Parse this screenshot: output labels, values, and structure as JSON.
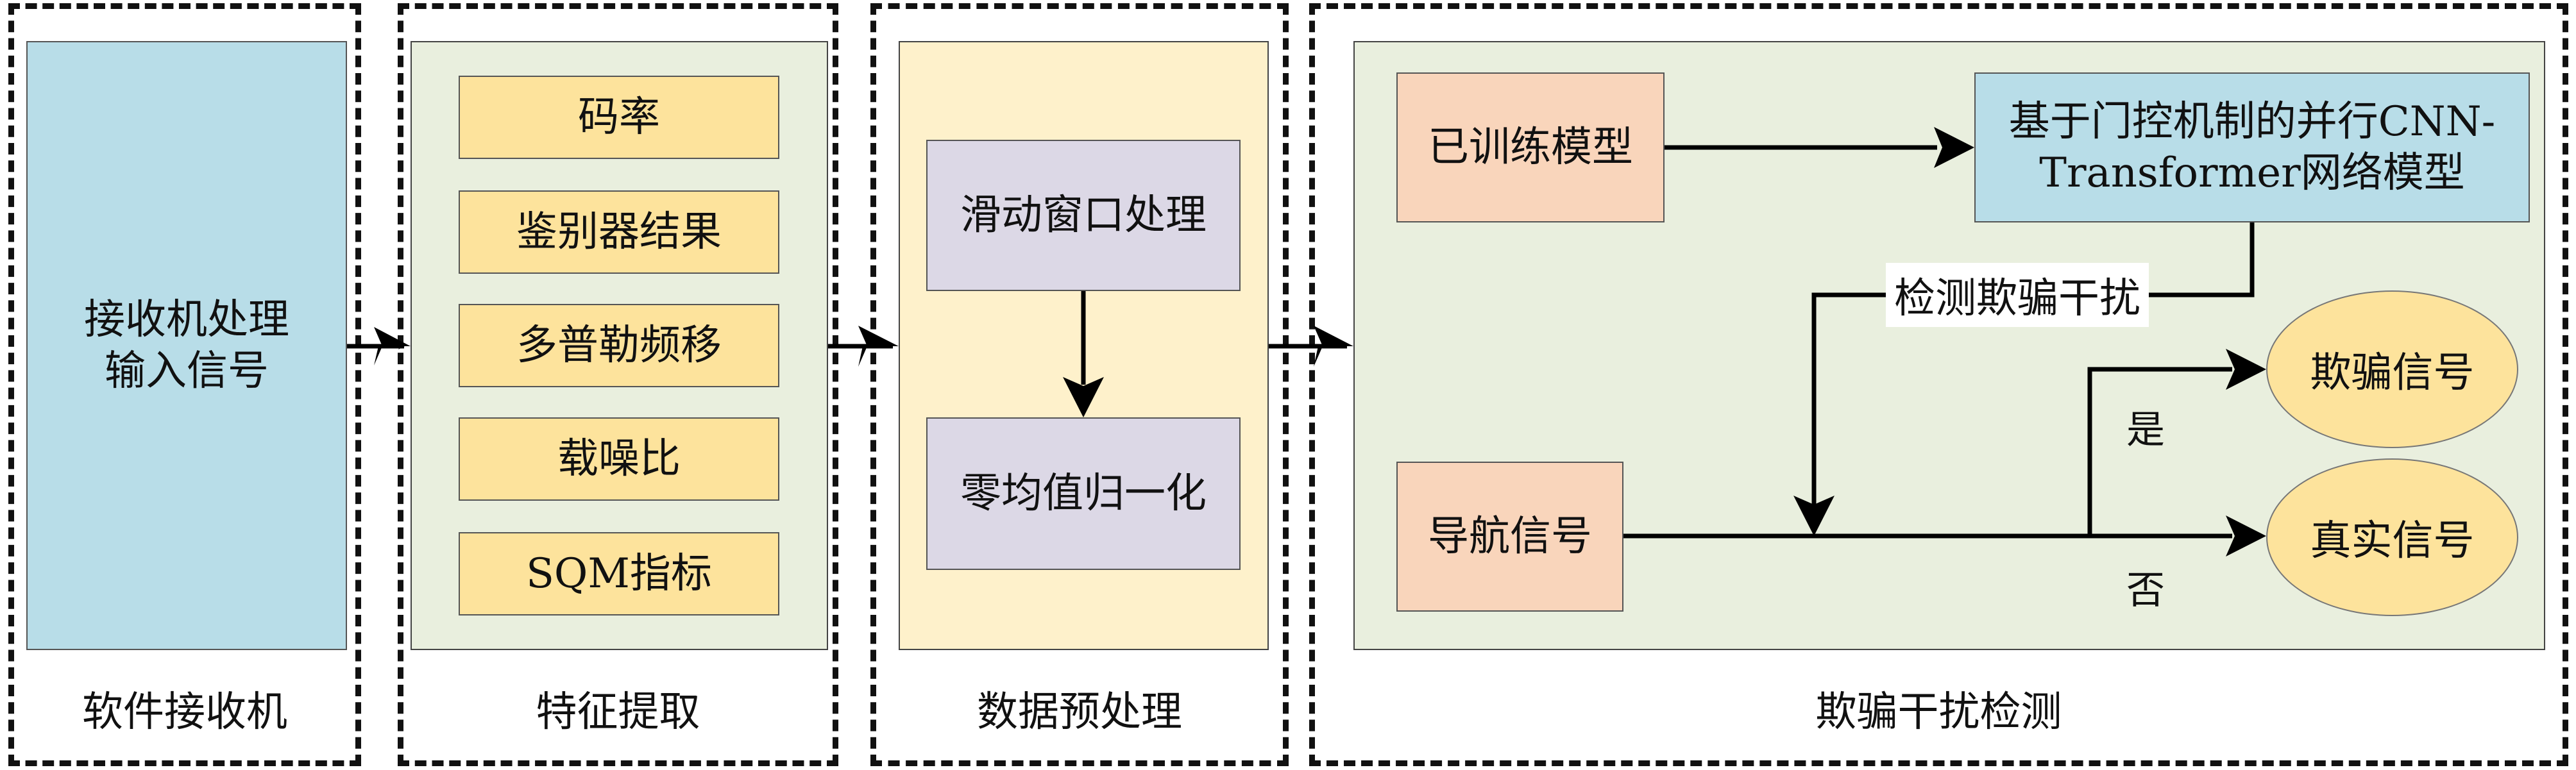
{
  "colors": {
    "receiver_fill": "#b8dde8",
    "feature_panel_fill": "#e9efde",
    "feature_item_fill": "#fde39c",
    "preprocess_panel_fill": "#fef1cb",
    "preprocess_step_fill": "#dcd8e6",
    "detection_panel_fill": "#e9efde",
    "model_box_fill": "#f9d5bb",
    "network_box_fill": "#b8dde8",
    "output_fill": "#fde39c",
    "line": "#000000"
  },
  "sections": [
    {
      "label": "软件接收机"
    },
    {
      "label": "特征提取"
    },
    {
      "label": "数据预处理"
    },
    {
      "label": "欺骗干扰检测"
    }
  ],
  "receiver": {
    "line1": "接收机处理",
    "line2": "输入信号"
  },
  "features": [
    "码率",
    "鉴别器结果",
    "多普勒频移",
    "载噪比",
    "SQM指标"
  ],
  "preprocess": {
    "steps": [
      "滑动窗口处理",
      "零均值归一化"
    ]
  },
  "detection": {
    "trained_model": "已训练模型",
    "network_line1": "基于门控机制的并行CNN-",
    "network_line2": "Transformer网络模型",
    "detect_label": "检测欺骗干扰",
    "nav_signal": "导航信号",
    "yes_label": "是",
    "no_label": "否",
    "spoof_signal": "欺骗信号",
    "real_signal": "真实信号"
  }
}
